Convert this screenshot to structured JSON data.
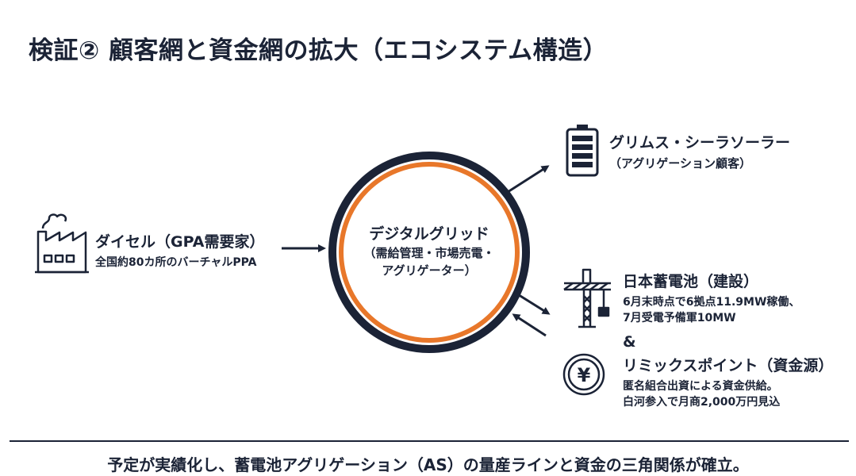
{
  "title": "検証② 顧客網と資金網の拡大（エコシステム構造）",
  "center": {
    "name": "デジタルグリッド",
    "line2": "（需給管理・市場売電・",
    "line3": "アグリゲーター）"
  },
  "left_node": {
    "name": "ダイセル（GPA需要家）",
    "detail": "全国約80カ所のバーチャルPPA",
    "icon": "factory-icon"
  },
  "top_right_node": {
    "name": "グリムス・シーラソーラー",
    "detail": "（アグリゲーション顧客）",
    "icon": "battery-icon"
  },
  "bottom_right": {
    "node1": {
      "name": "日本蓄電池（建設）",
      "detail1": "6月末時点で6拠点11.9MW稼働、",
      "detail2": "7月受電予備軍10MW",
      "icon": "crane-icon"
    },
    "ampersand": "&",
    "node2": {
      "name": "リミックスポイント（資金源）",
      "detail1": "匿名組合出資による資金供給。",
      "detail2": "白河参入で月商2,000万円見込",
      "icon": "yen-coin-icon"
    }
  },
  "footer": "予定が実績化し、蓄電池アグリゲーション（AS）の量産ラインと資金の三角関係が確立。",
  "colors": {
    "navy": "#1b2336",
    "orange": "#e8772a"
  }
}
